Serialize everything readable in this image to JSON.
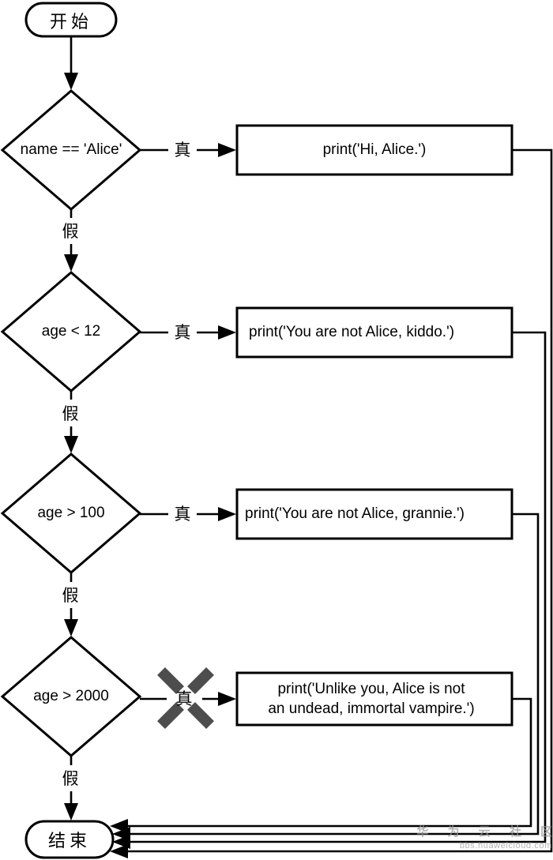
{
  "diagram": {
    "start_label": "开始",
    "end_label": "结束",
    "true_label": "真",
    "false_label": "假",
    "steps": [
      {
        "condition": "name == 'Alice'",
        "action": "print('Hi, Alice.')"
      },
      {
        "condition": "age < 12",
        "action": "print('You are not Alice, kiddo.')"
      },
      {
        "condition": "age > 100",
        "action": "print('You are not Alice, grannie.')"
      },
      {
        "condition": "age > 2000",
        "action_line1": "print('Unlike you, Alice is not",
        "action_line2": "an undead, immortal vampire.')",
        "true_branch_crossed_out": "yes"
      }
    ]
  },
  "watermark": {
    "site_name": "华 为 云 社 区",
    "site_url": "bbs.huaweicloud.com"
  },
  "colors": {
    "line": "#000000",
    "shape_fill": "#ffffff",
    "cross_mark": "#4d4d4d",
    "watermark_text": "#969696"
  }
}
